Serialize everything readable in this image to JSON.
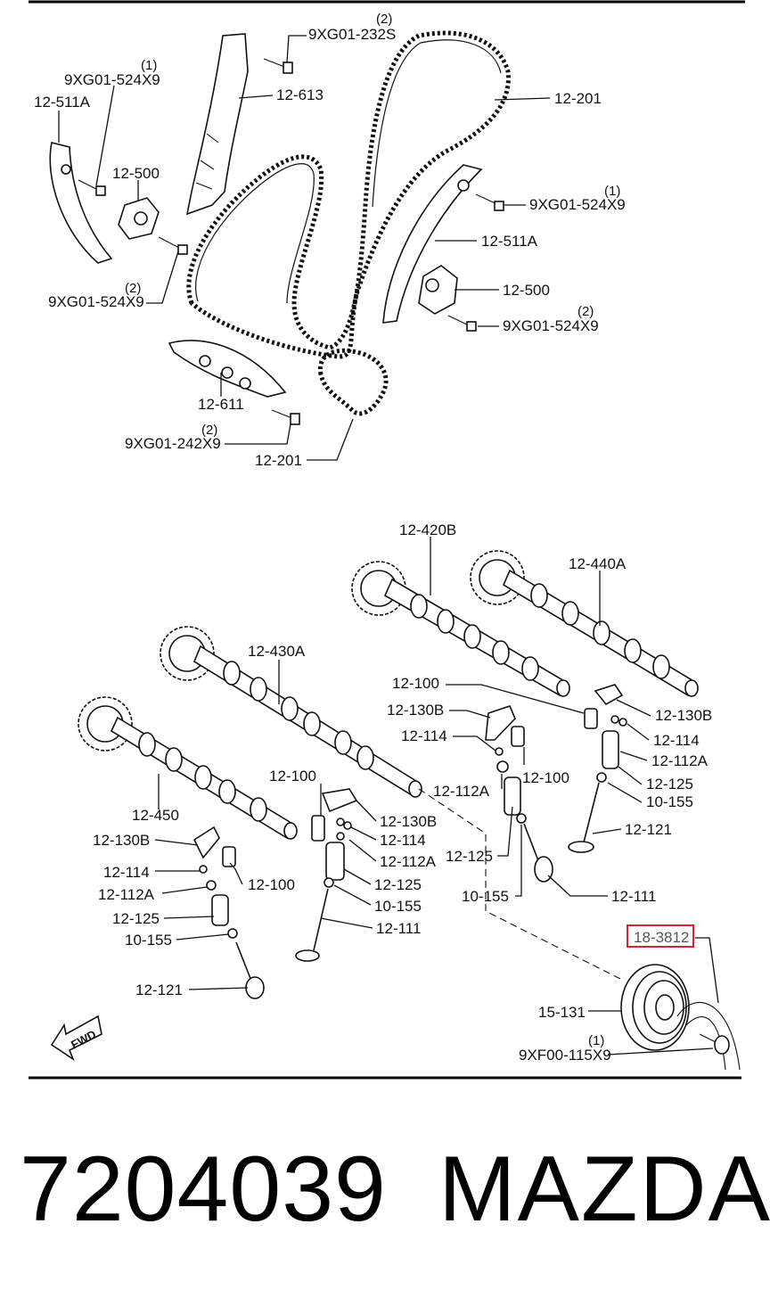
{
  "top_section": {
    "labels": {
      "guide_left": "12-511A",
      "bolt_guide_left": "9XG01-524X9",
      "bolt_guide_left_qty": "(1)",
      "tensioner_left": "12-500",
      "bolt_tensioner_left": "9XG01-524X9",
      "bolt_tensioner_left_qty": "(2)",
      "bolt_top": "9XG01-232S",
      "bolt_top_qty": "(2)",
      "guide_top": "12-613",
      "chain_upper": "12-201",
      "bolt_guide_right": "9XG01-524X9",
      "bolt_guide_right_qty": "(1)",
      "guide_right": "12-511A",
      "tensioner_right": "12-500",
      "bolt_tensioner_right": "9XG01-524X9",
      "bolt_tensioner_right_qty": "(2)",
      "guide_lower": "12-611",
      "bolt_lower": "9XG01-242X9",
      "bolt_lower_qty": "(2)",
      "chain_lower": "12-201"
    }
  },
  "bottom_section": {
    "labels": {
      "cam_420b": "12-420B",
      "cam_440a": "12-440A",
      "cam_430a": "12-430A",
      "cam_450": "12-450",
      "lifter_mid": "12-100",
      "arm_mid": "12-130B",
      "clip_mid": "12-114",
      "lash_mid": "12-100",
      "seat_mid": "12-112A",
      "arm_right": "12-130B",
      "clip_right": "12-114",
      "seat_right": "12-112A",
      "spring_right": "12-125",
      "seal_right": "10-155",
      "valve_right": "12-121",
      "lifter_c": "12-100",
      "arm_c": "12-130B",
      "clip_c": "12-114",
      "seat_c": "12-112A",
      "spring_c": "12-125",
      "seal_c": "10-155",
      "valve_c": "12-111",
      "spring_m": "12-125",
      "seal_m": "10-155",
      "valve_m": "12-111",
      "arm_l": "12-130B",
      "clip_l": "12-114",
      "lifter_l": "12-100",
      "seat_l": "12-112A",
      "spring_l": "12-125",
      "seal_l": "10-155",
      "valve_l": "12-121",
      "highlight": "18-3812",
      "pulley": "15-131",
      "bolt_pulley": "9XF00-115X9",
      "bolt_pulley_qty": "(1)",
      "fwd": "FWD"
    }
  },
  "caption": {
    "part_number": "7204039",
    "brand": "MAZDA"
  },
  "colors": {
    "ink": "#111111",
    "highlight_box": "#d9232e",
    "highlight_text": "#555555"
  }
}
